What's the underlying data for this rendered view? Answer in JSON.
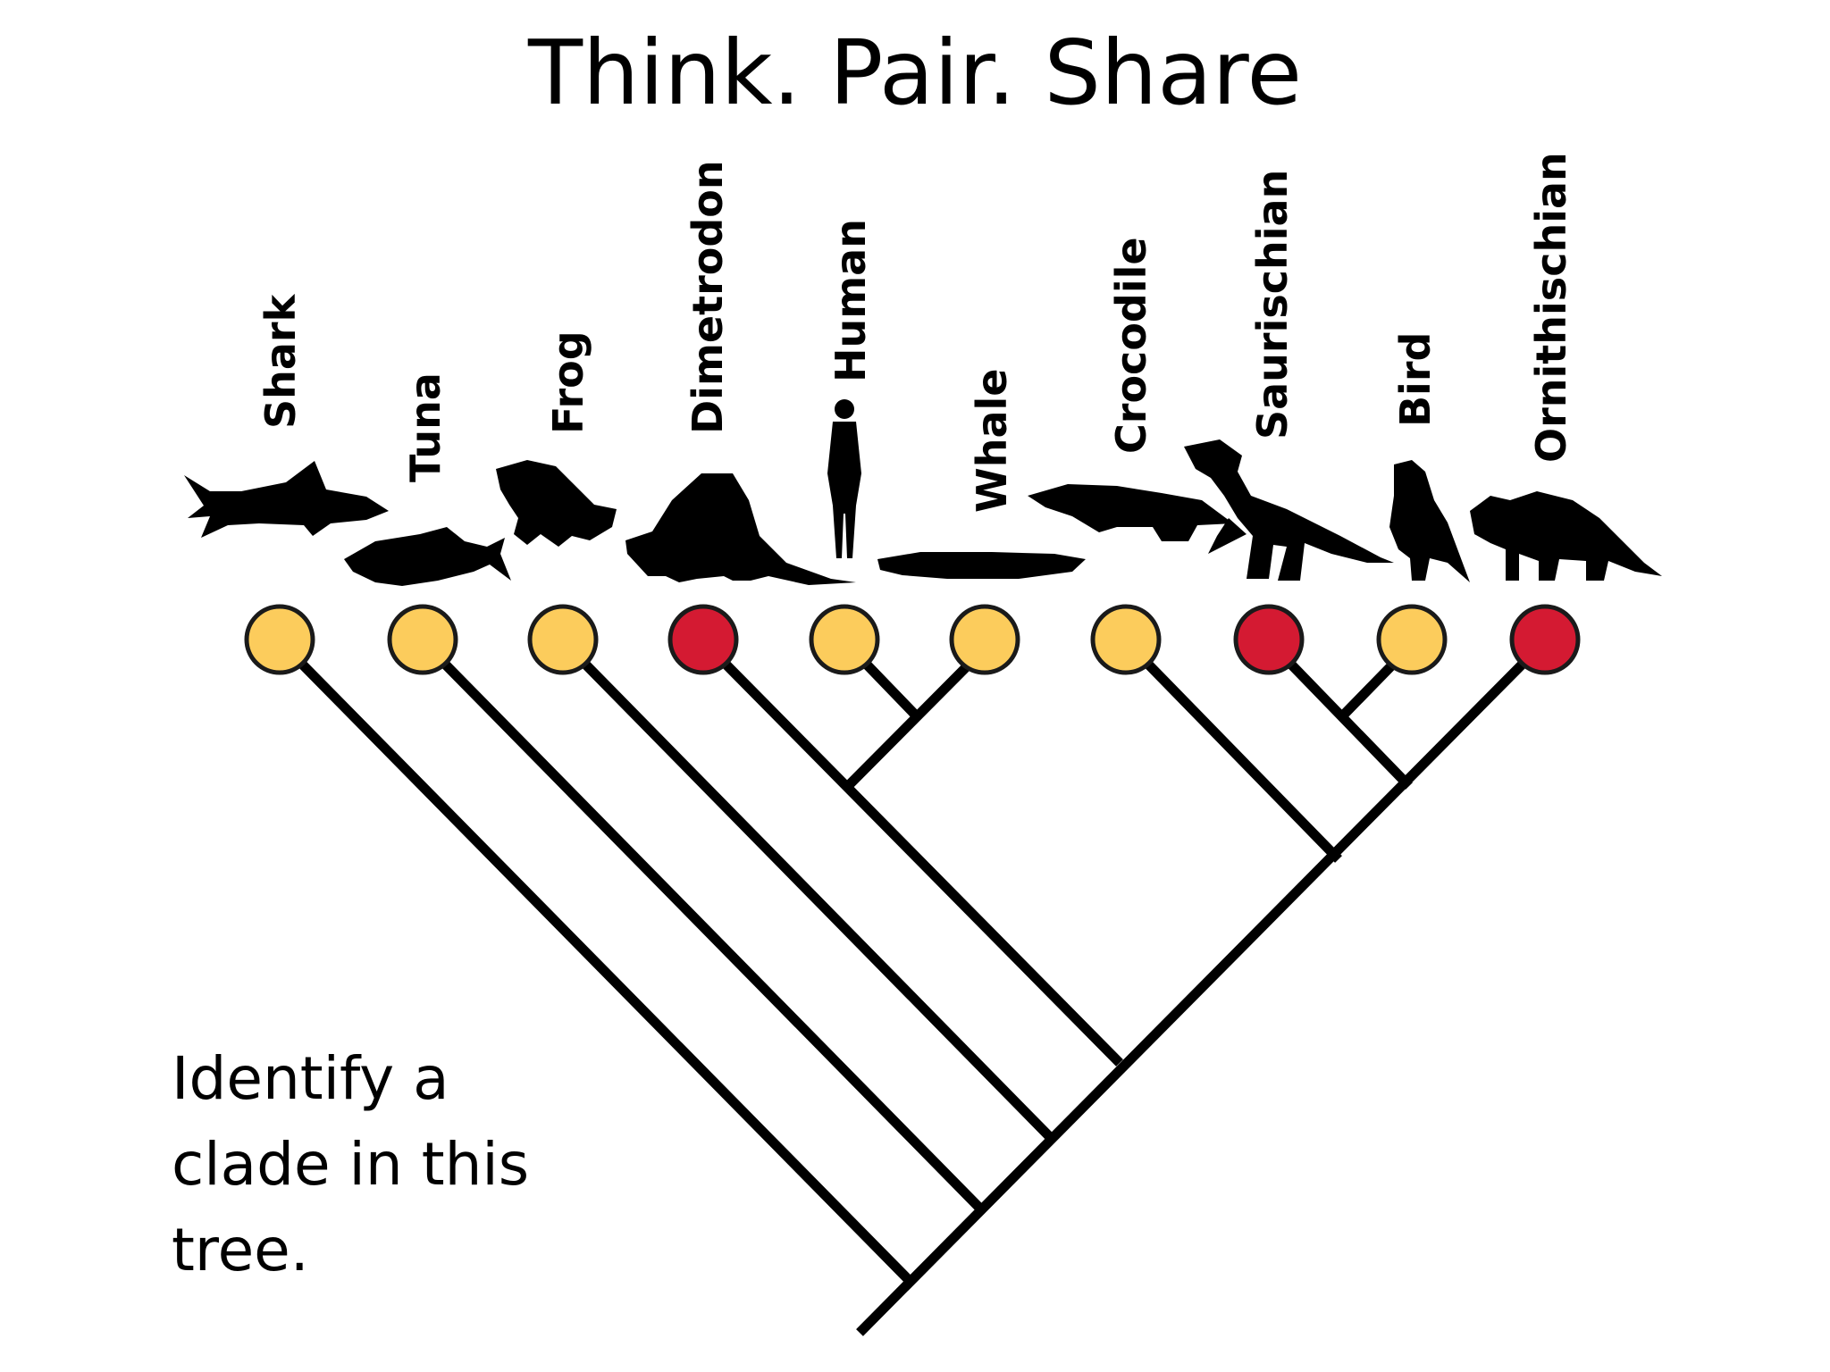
{
  "slide": {
    "title": "Think. Pair. Share",
    "prompt_lines": [
      "Identify a",
      "clade in this",
      "tree."
    ]
  },
  "colors": {
    "node_yellow": "#FCCC5C",
    "node_red": "#D41A32",
    "branch": "#000000",
    "silhouette": "#000000"
  },
  "taxa": [
    {
      "label": "Shark",
      "node_color": "yellow",
      "icon": "shark-icon"
    },
    {
      "label": "Tuna",
      "node_color": "yellow",
      "icon": "tuna-icon"
    },
    {
      "label": "Frog",
      "node_color": "yellow",
      "icon": "frog-icon"
    },
    {
      "label": "Dimetrodon",
      "node_color": "red",
      "icon": "dimetrodon-icon"
    },
    {
      "label": "Human",
      "node_color": "yellow",
      "icon": "human-icon"
    },
    {
      "label": "Whale",
      "node_color": "yellow",
      "icon": "whale-icon"
    },
    {
      "label": "Crocodile",
      "node_color": "yellow",
      "icon": "crocodile-icon"
    },
    {
      "label": "Saurischian",
      "node_color": "red",
      "icon": "saurischian-icon"
    },
    {
      "label": "Bird",
      "node_color": "yellow",
      "icon": "bird-icon"
    },
    {
      "label": "Ornithischian",
      "node_color": "red",
      "icon": "ornithischian-icon"
    }
  ]
}
